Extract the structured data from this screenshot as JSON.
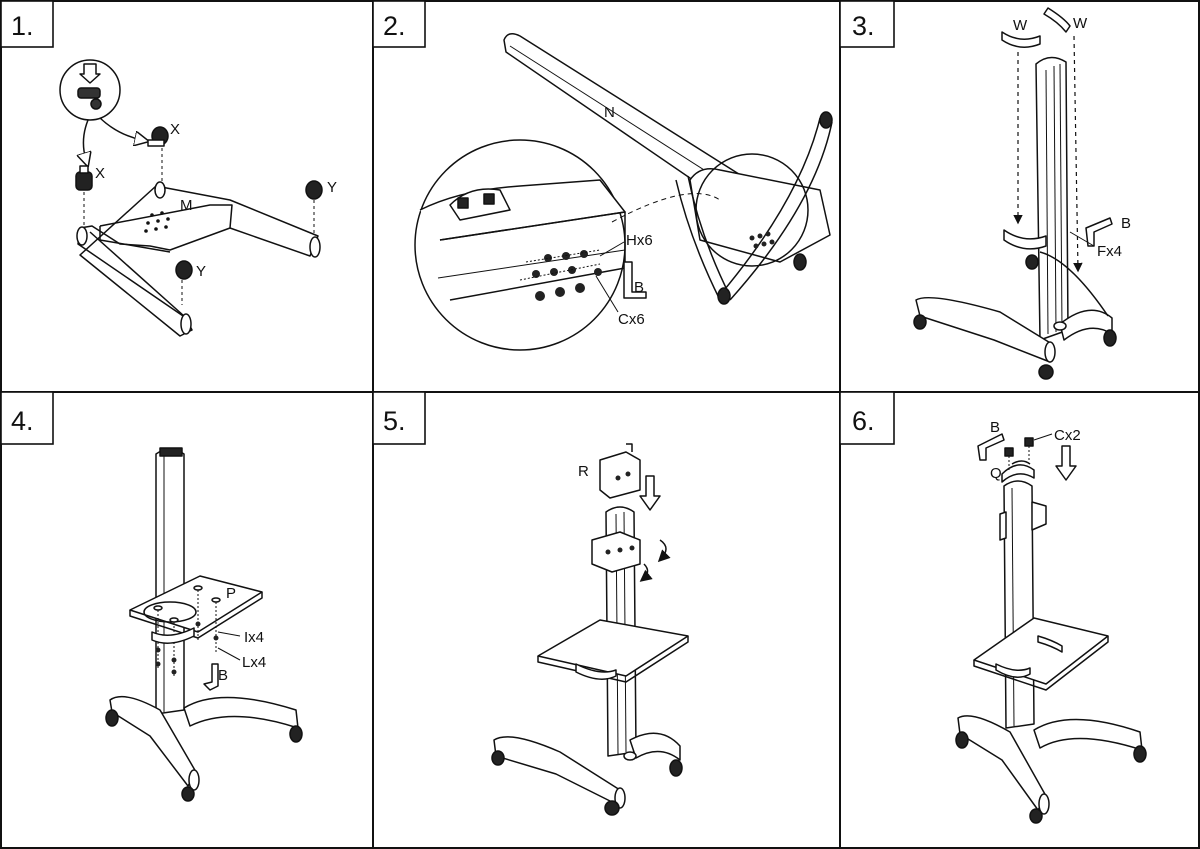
{
  "steps": [
    {
      "number": "1.",
      "labels": {
        "x_top": "X",
        "x_left": "X",
        "m": "M",
        "y_right": "Y",
        "y_bottom": "Y"
      }
    },
    {
      "number": "2.",
      "labels": {
        "n": "N",
        "hx6": "Hx6",
        "b": "B",
        "cx6": "Cx6"
      }
    },
    {
      "number": "3.",
      "labels": {
        "w_left": "W",
        "w_right": "W",
        "b": "B",
        "fx4": "Fx4"
      }
    },
    {
      "number": "4.",
      "labels": {
        "p": "P",
        "ix4": "Ix4",
        "lx4": "Lx4",
        "b": "B"
      }
    },
    {
      "number": "5.",
      "labels": {
        "r": "R"
      }
    },
    {
      "number": "6.",
      "labels": {
        "b": "B",
        "cx2": "Cx2",
        "q": "Q"
      }
    }
  ],
  "colors": {
    "line": "#111111",
    "background": "#ffffff"
  }
}
